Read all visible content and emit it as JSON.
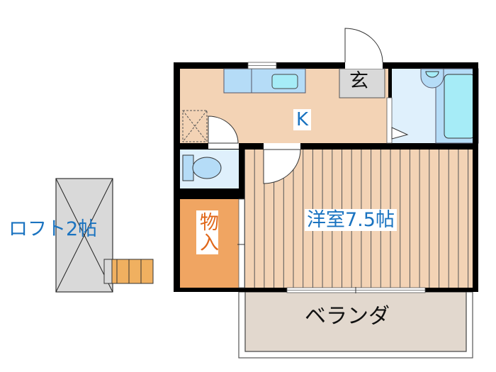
{
  "floor_plan": {
    "rooms": {
      "kitchen": {
        "label": "K",
        "color": "#f3d3b5"
      },
      "entrance": {
        "label": "玄",
        "color": "#d9d9d9"
      },
      "bathroom": {
        "label": "",
        "color": "#dff0fc"
      },
      "toilet": {
        "label": "",
        "color": "#dff0fc"
      },
      "storage": {
        "label": "物入",
        "color": "#f0a562"
      },
      "western_room": {
        "label": "洋室7.5帖",
        "color": "#f3d3b5"
      },
      "balcony": {
        "label": "ベランダ",
        "color": "#e2d8ce"
      },
      "loft": {
        "label": "ロフト2帖",
        "color": "#d9d9d9"
      }
    },
    "colors": {
      "wall": "#000000",
      "label_blue": "#1a73c0",
      "label_orange": "#e0671a",
      "fixture_blue": "#b5dcf7",
      "fixture_cyan": "#a6ecf7",
      "stairs": "#f0b060"
    }
  }
}
